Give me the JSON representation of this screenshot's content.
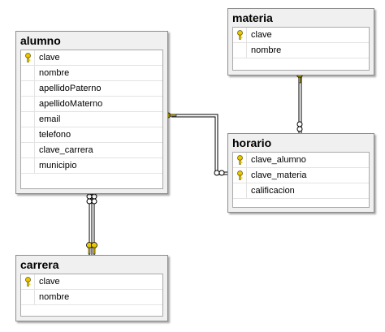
{
  "tables": {
    "alumno": {
      "title": "alumno",
      "columns": [
        {
          "name": "clave",
          "pk": true
        },
        {
          "name": "nombre",
          "pk": false
        },
        {
          "name": "apellidoPaterno",
          "pk": false
        },
        {
          "name": "apellidoMaterno",
          "pk": false
        },
        {
          "name": "email",
          "pk": false
        },
        {
          "name": "telefono",
          "pk": false
        },
        {
          "name": "clave_carrera",
          "pk": false
        },
        {
          "name": "municipio",
          "pk": false
        }
      ]
    },
    "materia": {
      "title": "materia",
      "columns": [
        {
          "name": "clave",
          "pk": true
        },
        {
          "name": "nombre",
          "pk": false
        }
      ]
    },
    "horario": {
      "title": "horario",
      "columns": [
        {
          "name": "clave_alumno",
          "pk": true
        },
        {
          "name": "clave_materia",
          "pk": true
        },
        {
          "name": "calificacion",
          "pk": false
        }
      ]
    },
    "carrera": {
      "title": "carrera",
      "columns": [
        {
          "name": "clave",
          "pk": true
        },
        {
          "name": "nombre",
          "pk": false
        }
      ]
    }
  },
  "relationships": [
    {
      "from": "alumno",
      "to": "horario",
      "one_end": "key-icon",
      "many_end": "infinity-icon"
    },
    {
      "from": "materia",
      "to": "horario",
      "one_end": "key-icon",
      "many_end": "infinity-icon"
    },
    {
      "from": "carrera",
      "to": "alumno",
      "one_end": "key-icon",
      "many_end": "infinity-icon"
    }
  ],
  "colors": {
    "key": "#e8c800",
    "line": "#000000",
    "header_bg": "#f0f0f0",
    "border": "#8c8c8c"
  }
}
